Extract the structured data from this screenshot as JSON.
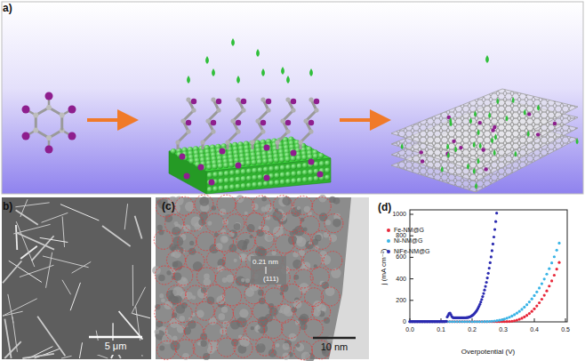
{
  "diagram": {
    "labels": [
      "a)",
      "b)",
      "(c)",
      "0.21 nm",
      "(111)",
      "5 μm",
      "10 nm",
      "(d)",
      "j (mA cm⁻²)",
      "Overpotential (V)",
      "1000",
      "800",
      "600",
      "400",
      "200",
      "0",
      "0.0",
      "0.1",
      "0.2",
      "0.3",
      "0.4",
      "0.5"
    ],
    "legend": [
      {
        "text": "Fe-NM@G",
        "color": "#e8283a"
      },
      {
        "text": "Ni-NM@G",
        "color": "#3ab4e6"
      },
      {
        "text": "NiFe-NM@G",
        "color": "#2b2bb0"
      }
    ]
  }
}
